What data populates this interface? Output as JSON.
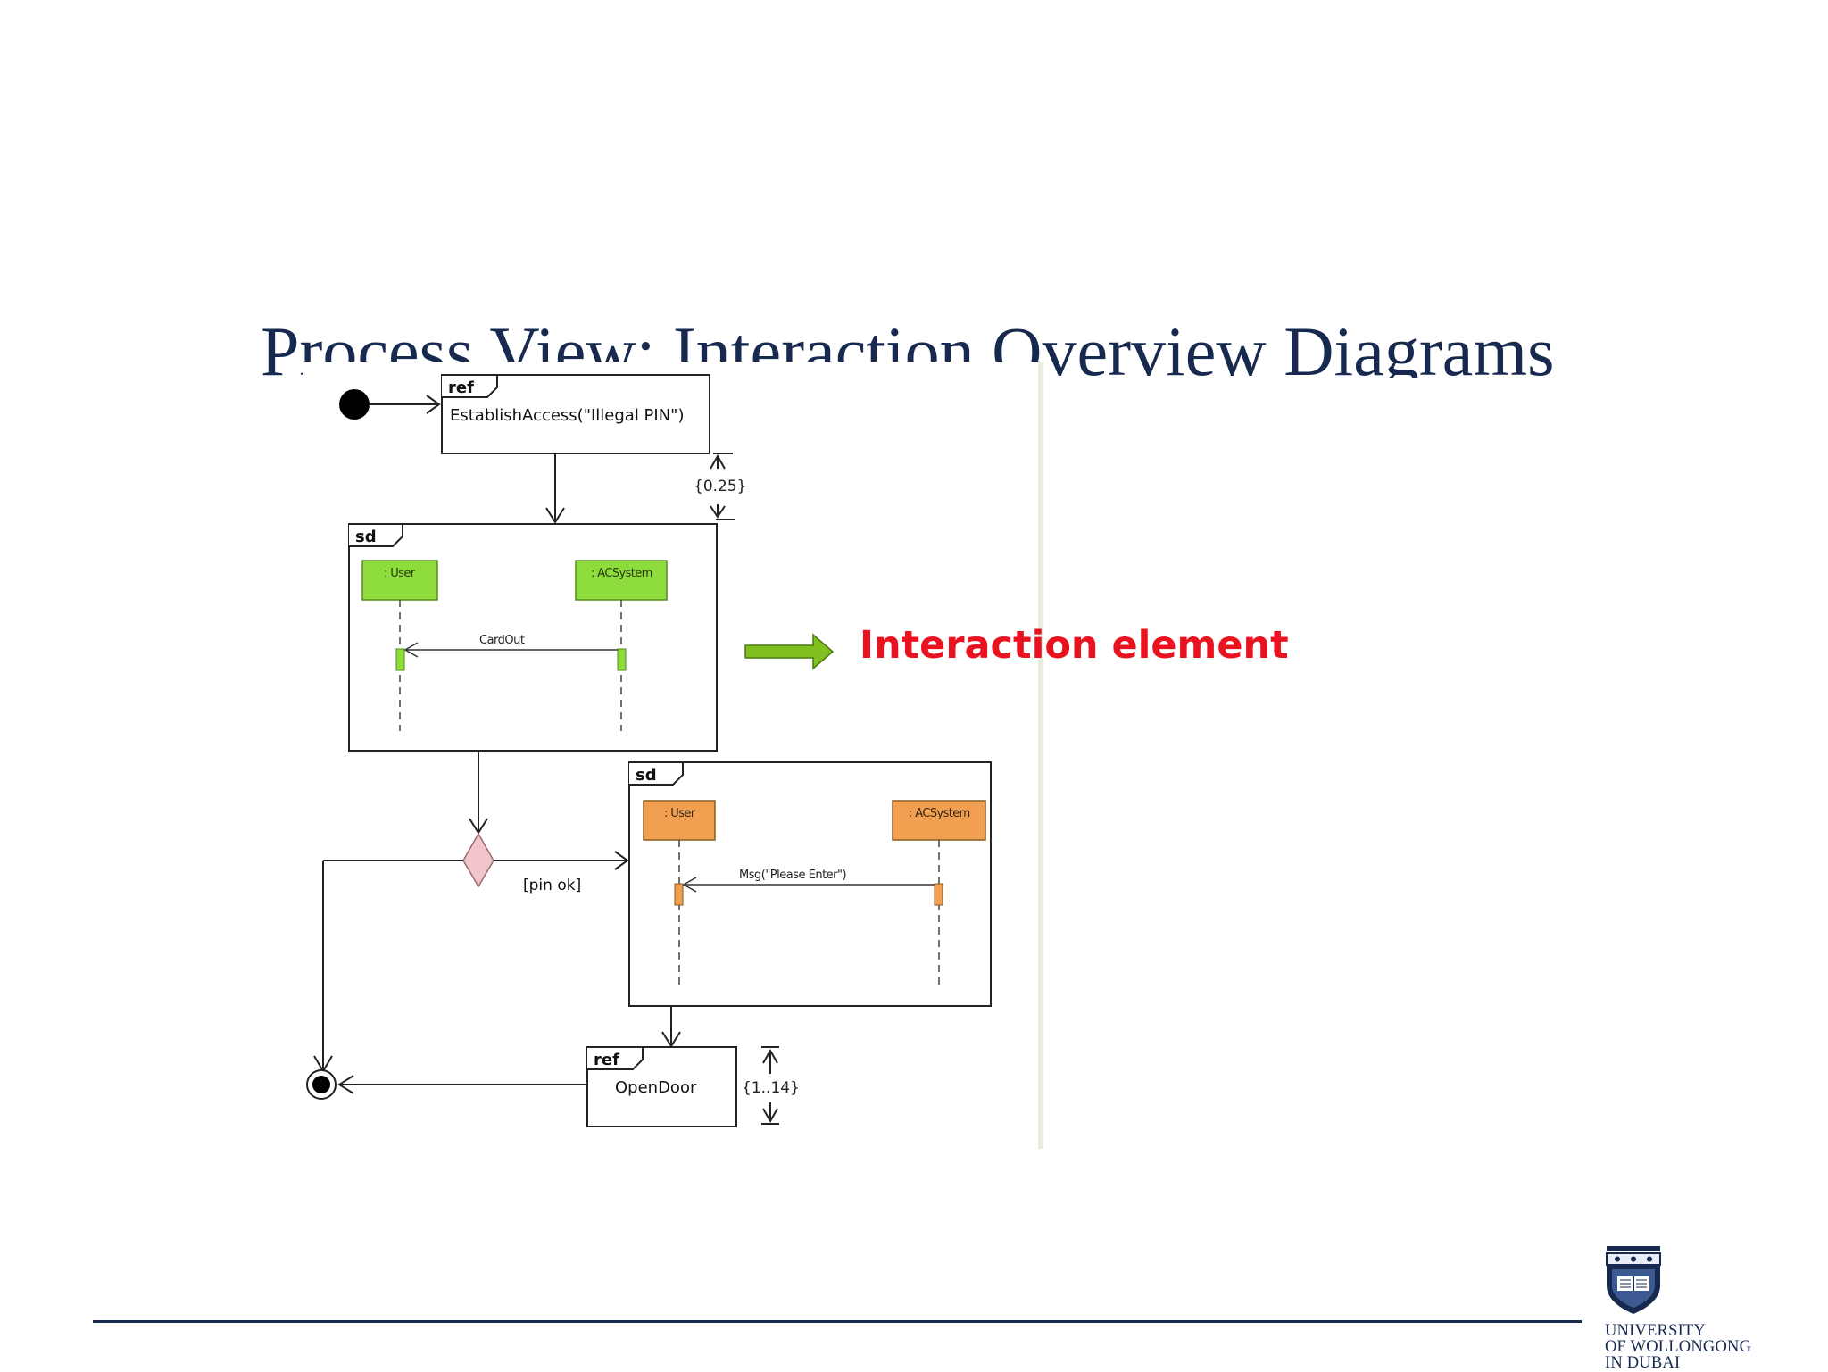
{
  "slide": {
    "title": "Process View: Interaction Overview Diagrams"
  },
  "diagram": {
    "top_ref": {
      "tag": "ref",
      "label": "EstablishAccess(\"Illegal PIN\")"
    },
    "top_duration": "{0.25}",
    "sd_cardout": {
      "tag": "sd",
      "lifelines": [
        ": User",
        ": ACSystem"
      ],
      "message": "CardOut",
      "color": "#8ddc3c"
    },
    "guard": "[pin ok]",
    "sd_msg": {
      "tag": "sd",
      "lifelines": [
        ": User",
        ": ACSystem"
      ],
      "message": "Msg(\"Please Enter\")",
      "color": "#f0a050"
    },
    "bottom_ref": {
      "tag": "ref",
      "label": "OpenDoor"
    },
    "bottom_duration": "{1..14}",
    "decision_color": "#f2c4cc"
  },
  "callout": {
    "label": "Interaction element",
    "label_color": "#e8131f",
    "arrow_color": "#7fbf1f"
  },
  "footer": {
    "logo_lines": [
      "UNIVERSITY",
      "OF WOLLONGONG",
      "IN DUBAI"
    ],
    "logo_color": "#17294f"
  }
}
